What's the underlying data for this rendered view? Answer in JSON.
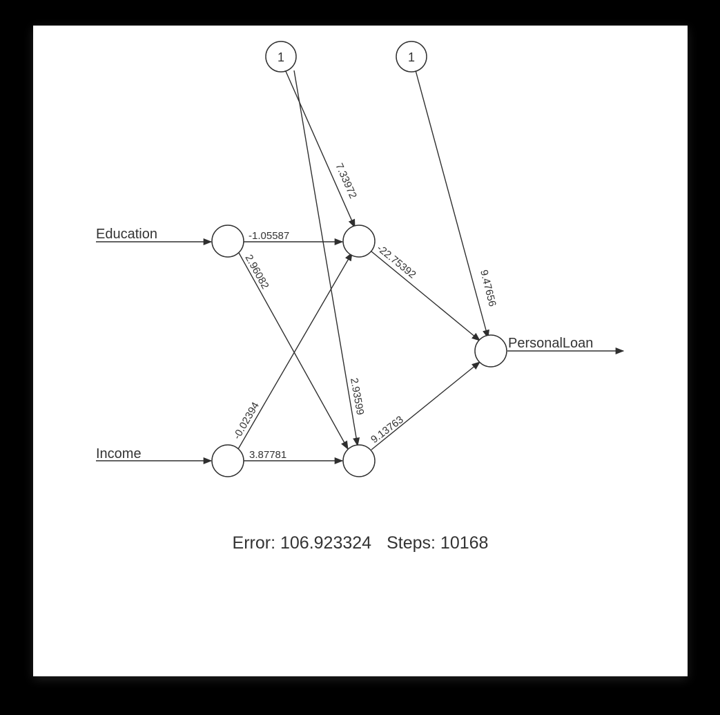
{
  "inputs": [
    {
      "label": "Education"
    },
    {
      "label": "Income"
    }
  ],
  "output": {
    "label": "PersonalLoan"
  },
  "bias_nodes": [
    {
      "label": "1"
    },
    {
      "label": "1"
    }
  ],
  "weights": {
    "education_to_hidden1": "-1.05587",
    "education_to_hidden2": "2.96082",
    "income_to_hidden1": "-0.02394",
    "income_to_hidden2": "3.87781",
    "bias1_to_hidden1": "7.33972",
    "bias1_to_hidden2": "2.93599",
    "hidden1_to_output": "-22.75392",
    "hidden2_to_output": "9.13763",
    "bias2_to_output": "9.47656"
  },
  "summary": {
    "error_label": "Error:",
    "error_value": "106.923324",
    "steps_label": "Steps:",
    "steps_value": "10168"
  }
}
